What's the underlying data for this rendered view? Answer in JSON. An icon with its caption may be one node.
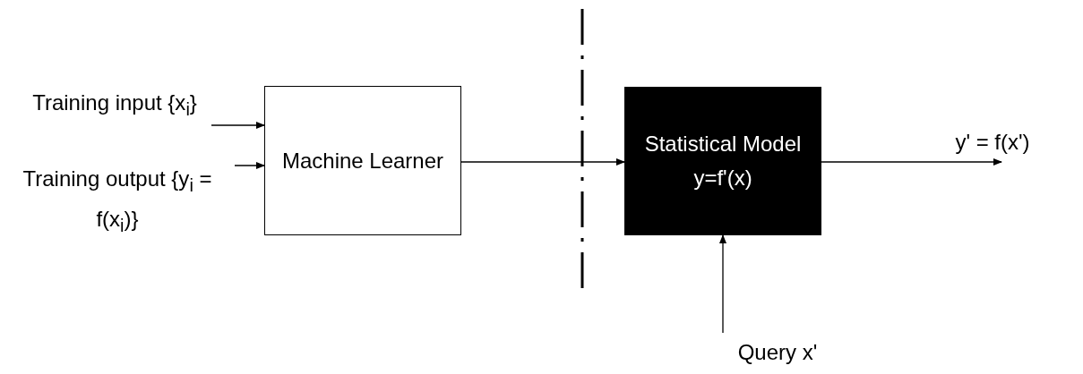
{
  "diagram": {
    "nodes": [
      {
        "text": [
          "Training input {x$_{i}$}"
        ]
      },
      {
        "text": [
          "Training output {y$_{i}$ = f(x$_{i}$)}"
        ]
      },
      {
        "text": [
          "Machine Learner"
        ]
      },
      {
        "text": [
          "Statistical Model y=f'(x)"
        ]
      },
      {
        "text": [
          "y' = f(x')"
        ]
      },
      {
        "text": [
          "Query x'"
        ]
      }
    ],
    "edges": [
      {
        "from": 0,
        "to": 2,
        "arrow": "to"
      },
      {
        "from": 1,
        "to": 2,
        "arrow": "to"
      },
      {
        "from": 2,
        "to": 3,
        "arrow": "to"
      },
      {
        "from": 3,
        "to": 4,
        "arrow": "to"
      },
      {
        "from": 5,
        "to": 3,
        "arrow": "to"
      }
    ]
  }
}
